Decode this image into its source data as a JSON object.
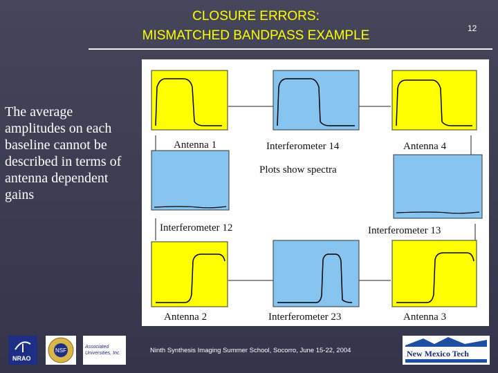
{
  "slide": {
    "title_line1": "CLOSURE ERRORS:",
    "title_line2": "MISMATCHED BANDPASS EXAMPLE",
    "page_number": "12",
    "body_text": "The average amplitudes on each baseline cannot be described in terms of antenna dependent gains",
    "footer": "Ninth Synthesis Imaging Summer School, Socorro, June 15-22, 2004"
  },
  "figure": {
    "labels": {
      "antenna1": "Antenna 1",
      "interferometer14": "Interferometer 14",
      "antenna4": "Antenna 4",
      "plots_show_spectra": "Plots show spectra",
      "interferometer12": "Interferometer 12",
      "interferometer13": "Interferometer 13",
      "antenna2": "Antenna 2",
      "interferometer23": "Interferometer 23",
      "antenna3": "Antenna 3"
    },
    "colors": {
      "antenna_panel": "#ffff00",
      "baseline_panel": "#87c4f0",
      "curve": "#000000"
    }
  },
  "logos": {
    "nrao": "NRAO",
    "nsf": "NSF",
    "aui": "Associated Universities, Inc.",
    "nmt": "New Mexico Tech"
  }
}
